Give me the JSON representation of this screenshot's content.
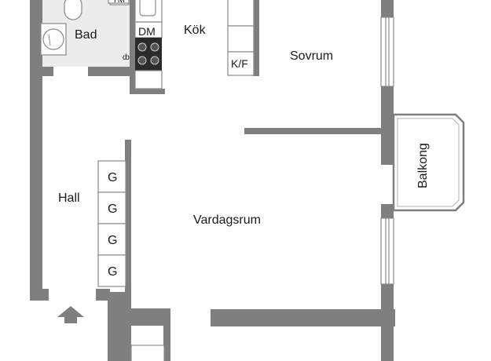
{
  "rooms": {
    "bad": "Bad",
    "kok": "Kök",
    "sovrum": "Sovrum",
    "hall": "Hall",
    "vardagsrum": "Vardagsrum",
    "balkong": "Balkong"
  },
  "fixtures": {
    "tm": "TM",
    "dm": "DM",
    "kf": "K/F",
    "wardrobes": [
      "G",
      "G",
      "G",
      "G"
    ]
  },
  "icons": {
    "entrance": "entrance-arrow-icon"
  },
  "colors": {
    "wall": "#7f7f7f",
    "fixture_stroke": "#8a8a8a",
    "floor": "#ffffff",
    "bath_floor": "#ececec"
  }
}
